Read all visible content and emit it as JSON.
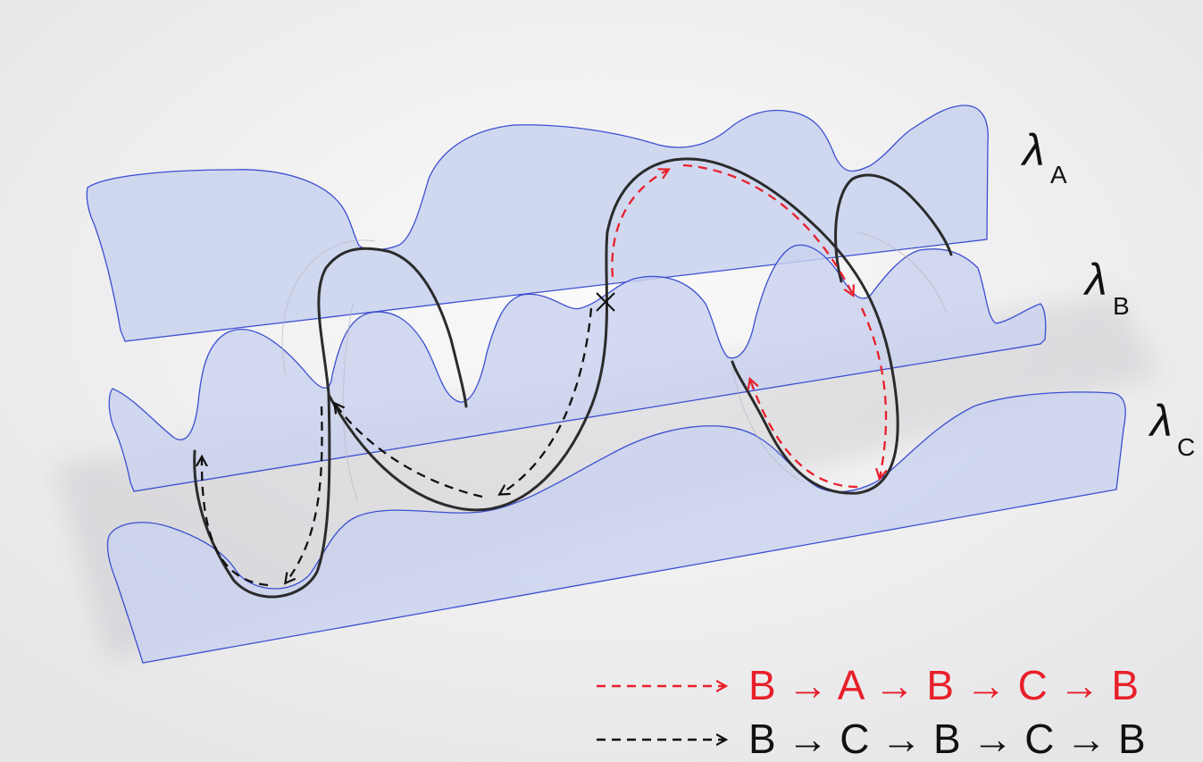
{
  "layers": [
    {
      "id": "A",
      "symbol": "λ",
      "subscript": "A"
    },
    {
      "id": "B",
      "symbol": "λ",
      "subscript": "B"
    },
    {
      "id": "C",
      "symbol": "λ",
      "subscript": "C"
    }
  ],
  "legend": [
    {
      "color": "#e8202a",
      "path": "B → A → B → C → B"
    },
    {
      "color": "#111111",
      "path": "B → C → B → C → B"
    }
  ],
  "colors": {
    "sheet_fill": "#c6d0ec",
    "sheet_edge": "#3d4fd0",
    "loop": "#2b2b2b",
    "red_path": "#e8202a",
    "black_path": "#111111"
  },
  "markers": {
    "crossing": "cross-marker"
  }
}
